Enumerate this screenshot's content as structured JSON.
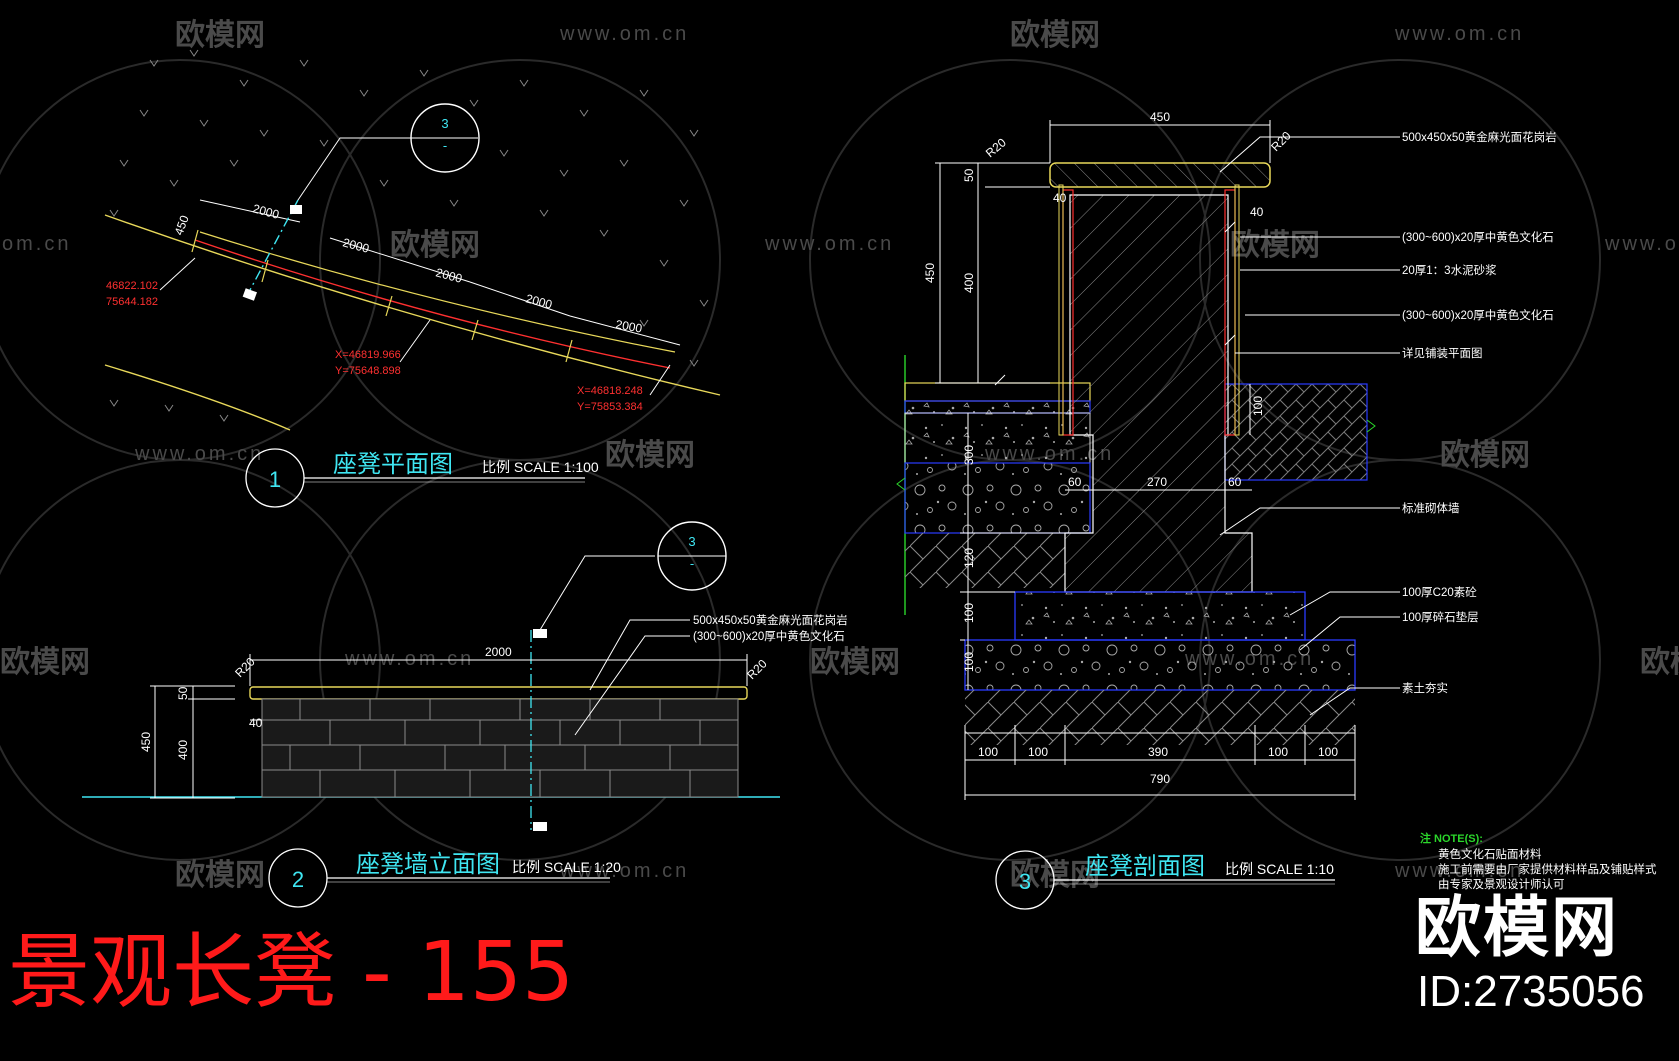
{
  "watermark": {
    "brand": "欧模网",
    "url": "www.om.cn",
    "url_short": "om.cn"
  },
  "plan": {
    "title": "座凳平面图",
    "scale": "比例 SCALE 1:100",
    "number": "1",
    "callout_top": "3",
    "callout_bottom": "-",
    "dims": [
      "450",
      "2000",
      "2000",
      "2000",
      "2000",
      "2000"
    ],
    "coords": [
      "46822.102",
      "75644.182",
      "X=46819.966",
      "Y=75648.898",
      "X=46818.248",
      "Y=75853.384"
    ]
  },
  "elevation": {
    "title": "座凳墙立面图",
    "scale": "比例 SCALE 1:20",
    "number": "2",
    "callout_top": "3",
    "callout_bottom": "-",
    "dims": [
      "450",
      "50",
      "400",
      "40",
      "2000",
      "R20",
      "R20"
    ],
    "labels": [
      "500x450x50黄金麻光面花岗岩",
      "(300~600)x20厚中黄色文化石"
    ]
  },
  "section": {
    "title": "座凳剖面图",
    "scale": "比例 SCALE 1:10",
    "number": "3",
    "top_dims": [
      "450",
      "R20",
      "R20",
      "40",
      "40"
    ],
    "left_dims": [
      "50",
      "450",
      "400",
      "300",
      "120",
      "100",
      "100"
    ],
    "mid_dims": [
      "60",
      "270",
      "60",
      "100"
    ],
    "bottom_dims": [
      "100",
      "100",
      "390",
      "100",
      "100"
    ],
    "total_dim": "790",
    "labels": [
      "500x450x50黄金麻光面花岗岩",
      "(300~600)x20厚中黄色文化石",
      "20厚1：3水泥砂浆",
      "(300~600)x20厚中黄色文化石",
      "详见铺装平面图",
      "标准砌体墙",
      "100厚C20素砼",
      "100厚碎石垫层",
      "素土夯实"
    ]
  },
  "notes": {
    "header": "注 NOTE(S):",
    "lines": [
      "黄色文化石贴面材料",
      "施工前需要由厂家提供材料样品及铺贴样式",
      "由专家及景观设计师认可"
    ]
  },
  "big_title": "景观长凳 - 155",
  "brand": {
    "name": "欧模网",
    "id": "ID:2735056"
  },
  "colors": {
    "background": "#000000",
    "cyan": "#3fe6f2",
    "red": "#ff3030",
    "yellow": "#e8d85a",
    "blue": "#2a3bff",
    "green": "#2bd62b"
  }
}
